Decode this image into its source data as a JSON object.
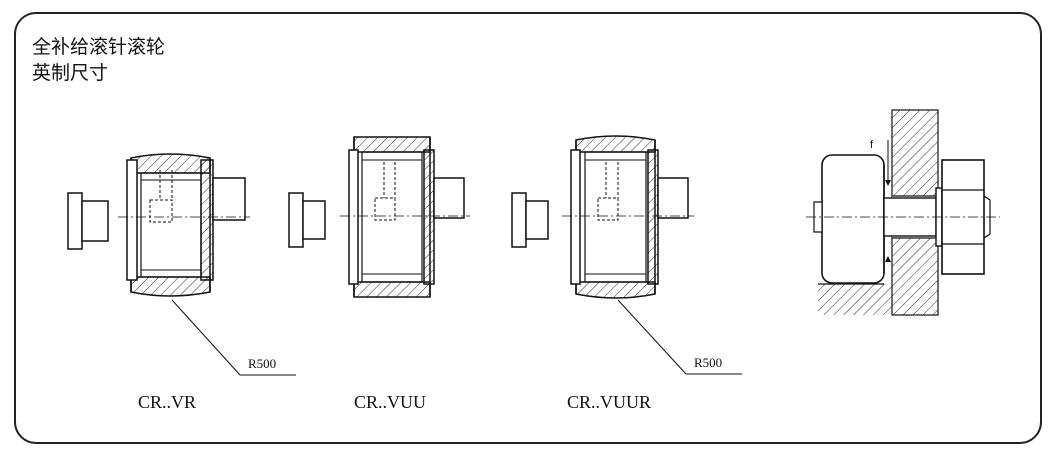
{
  "title_line1": "全补给滚针滚轮",
  "title_line2": "英制尺寸",
  "models": [
    "CR..VR",
    "CR..VUU",
    "CR..VUUR"
  ],
  "radius_label": "R500",
  "fit_label": "f"
}
